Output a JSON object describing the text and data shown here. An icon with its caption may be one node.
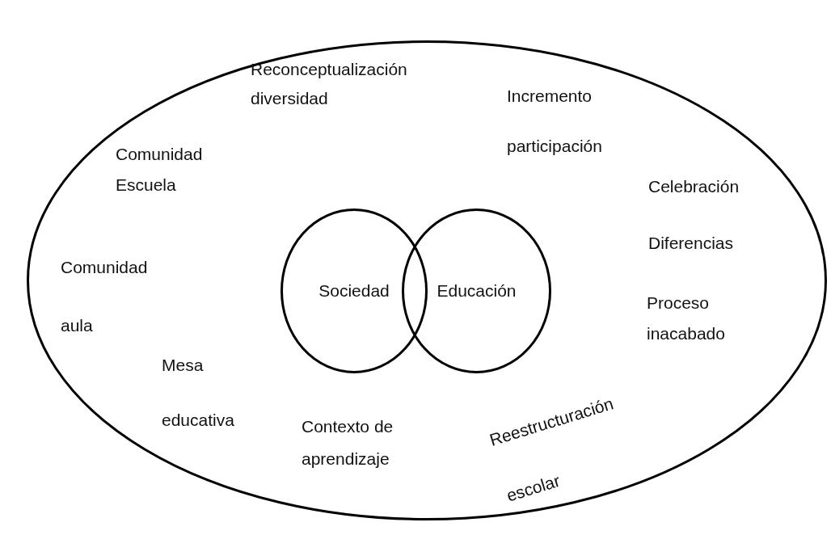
{
  "diagram": {
    "nodes": [
      {
        "text": [],
        "shape": "ellipse"
      },
      {
        "text": [
          "Sociedad"
        ],
        "in": 0
      },
      {
        "text": [
          "Educación"
        ],
        "in": 0
      }
    ],
    "edges": [],
    "labels": [
      "Reconceptualización diversidad",
      "Incremento participación",
      "Comunidad Escuela",
      "Celebración",
      "Diferencias",
      "Comunidad aula",
      "Proceso inacabado",
      "Mesa educativa",
      "Reestructuración escolar",
      "Contexto de aprendizaje"
    ]
  }
}
